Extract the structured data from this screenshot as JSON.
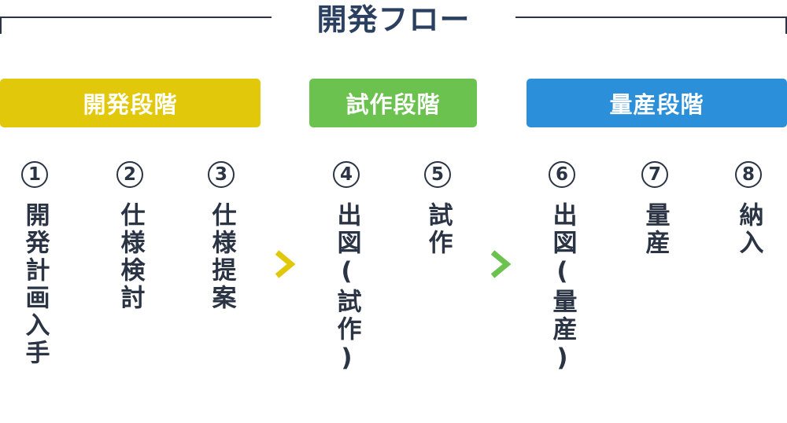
{
  "title": "開発フロー",
  "phases": [
    {
      "label": "開発段階",
      "color": "#e2c80a"
    },
    {
      "label": "試作段階",
      "color": "#6cc24f"
    },
    {
      "label": "量産段階",
      "color": "#2b8fd9"
    }
  ],
  "steps": [
    {
      "number": "1",
      "label": "開発計画入手"
    },
    {
      "number": "2",
      "label": "仕様検討"
    },
    {
      "number": "3",
      "label": "仕様提案"
    },
    {
      "number": "4",
      "label": "出図(試作)"
    },
    {
      "number": "5",
      "label": "試作"
    },
    {
      "number": "6",
      "label": "出図(量産)"
    },
    {
      "number": "7",
      "label": "量産"
    },
    {
      "number": "8",
      "label": "納入"
    }
  ],
  "arrow_colors": [
    "#e2c80a",
    "#6cc24f"
  ]
}
